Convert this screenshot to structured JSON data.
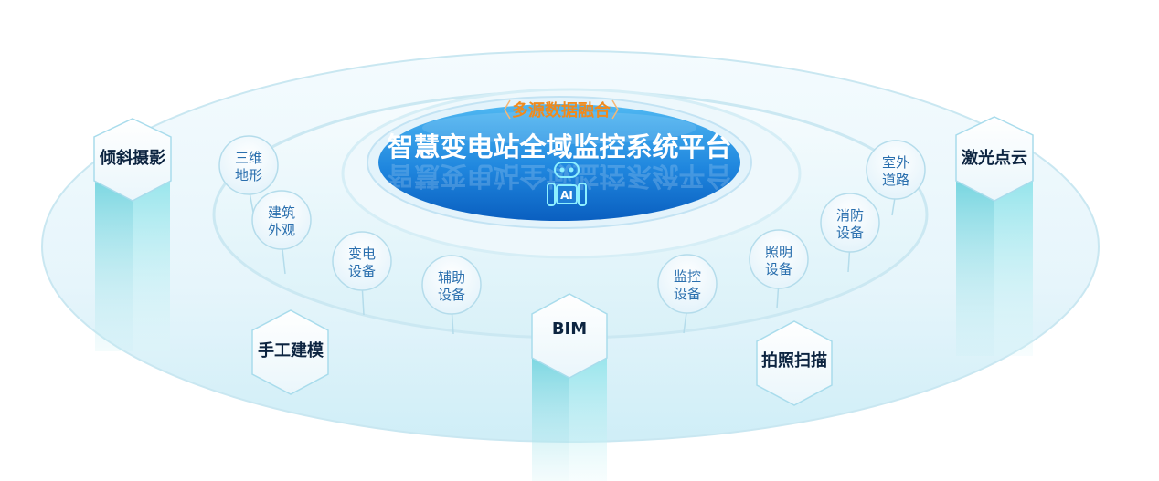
{
  "platform": {
    "subtitle": "多源数据融合",
    "title": "智慧变电站全域监控系统平台",
    "badge": "AI"
  },
  "data_sources": {
    "oblique_photography": "倾斜摄影",
    "laser_point_cloud": "激光点云",
    "manual_modeling": "手工建模",
    "bim": "BIM",
    "photo_scan": "拍照扫描"
  },
  "objects": {
    "terrain": [
      "三维",
      "地形"
    ],
    "building_exterior": [
      "建筑",
      "外观"
    ],
    "substation_equipment": [
      "变电",
      "设备"
    ],
    "auxiliary_equipment": [
      "辅助",
      "设备"
    ],
    "monitoring_equipment": [
      "监控",
      "设备"
    ],
    "lighting_equipment": [
      "照明",
      "设备"
    ],
    "fire_equipment": [
      "消防",
      "设备"
    ],
    "outdoor_roads": [
      "室外",
      "道路"
    ]
  },
  "colors": {
    "platform_top": "#36a6ee",
    "platform_bottom": "#0a5fc0",
    "subtitle": "#f08a1c",
    "bubble_text": "#2a6fae",
    "hex_label": "#0c2440",
    "disk": "#e8f6fb",
    "pillar": "#8fe3ea"
  }
}
